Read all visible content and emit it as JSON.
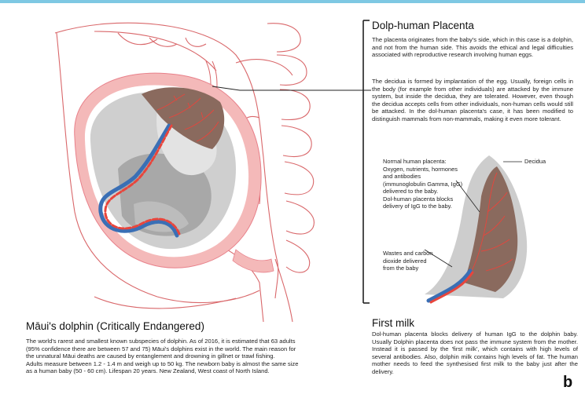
{
  "colors": {
    "accent_line": "#7ec8e3",
    "pink": "#f4b9b9",
    "red": "#e8453c",
    "blue": "#3a6fb5",
    "grey": "#c8c8c8",
    "placenta": "#8a6a5e"
  },
  "placenta": {
    "title": "Dolp-human Placenta",
    "p1": "The placenta originates from the baby's side, which in this case is a dolphin, and not from the human side. This avoids the ethical and legal difficulties associated with reproductive research involving human eggs.",
    "p2": "The decidua is formed by implantation of the egg. Usually, foreign cells in the body (for example from other individuals) are attacked by the immune system, but inside the decidua, they are tolerated. However, even though the decidua accepts cells from other individuals, non-human cells would still be attacked. In the dol-human placenta's case, it has been modified to distinguish mammals from non-mammals, making it even more tolerant."
  },
  "labels": {
    "normal_1": "Normal human placenta:",
    "normal_2": "Oxygen, nutrients, hormones",
    "normal_3": "and antibodies",
    "normal_4": "(immunoglobulin Gamma, IgG)",
    "normal_5": "delivered to the baby.",
    "normal_6": "Dol-human placenta blocks",
    "normal_7": "delivery of IgG to the baby.",
    "decidua": "Decidua",
    "wastes_1": "Wastes and carbon",
    "wastes_2": "dioxide delivered",
    "wastes_3": "from the baby"
  },
  "dolphin": {
    "title": "Māui's dolphin (Critically Endangered)",
    "l1": "The world's rarest and smallest known subspecies of dolphin. As of 2016, it is estimated that 63 adults",
    "l2": "(95% confidence there are between 57 and 75) Māui's dolphins exist in the world. The main reason for",
    "l3": "the unnatural Māui deaths are caused by entanglement and drowning in gillnet or trawl fishing.",
    "l4": "Adults measure between 1.2 - 1.4 m and weigh up to 50 kg.  The newborn baby is almost the same size",
    "l5": "as a human baby (50 - 60 cm). Lifespan 20 years. New Zealand, West coast of North Island."
  },
  "milk": {
    "title": "First milk",
    "text": "Dol-human placenta blocks delivery of human IgG to the dolphin baby. Usually Dolphin placenta does not pass the immune system from the mother. Instead it is passed by the 'first milk', which contains with high levels of several antibodies. Also, dolphin milk contains high levels of fat. The human mother needs to feed the synthesised first milk to the baby just after the delivery."
  },
  "panel_letter": "b"
}
